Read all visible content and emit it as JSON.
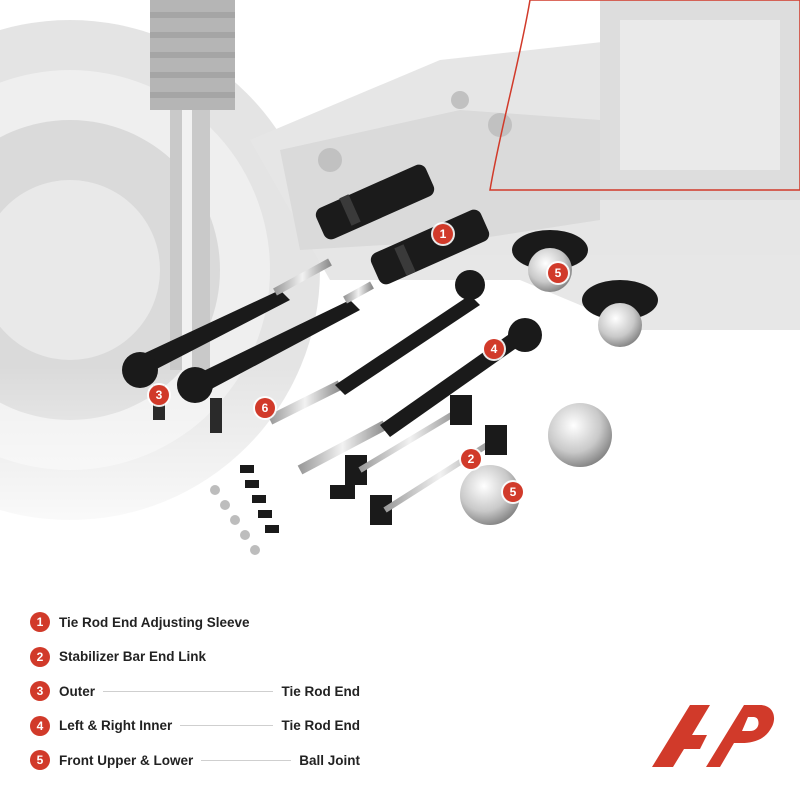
{
  "hero_image": {
    "description_icon": "suspension-kit-photo"
  },
  "markers": [
    {
      "id": "m1",
      "num": "1"
    },
    {
      "id": "m2",
      "num": "2"
    },
    {
      "id": "m3",
      "num": "3"
    },
    {
      "id": "m4",
      "num": "4"
    },
    {
      "id": "m5a",
      "num": "5"
    },
    {
      "id": "m5b",
      "num": "5"
    },
    {
      "id": "m6",
      "num": "6"
    }
  ],
  "legend": [
    {
      "num": "1",
      "text": "Tie Rod End Adjusting Sleeve",
      "right": ""
    },
    {
      "num": "2",
      "text": "Stabilizer Bar End Link",
      "right": ""
    },
    {
      "num": "3",
      "text": "Outer",
      "right": "Tie Rod End"
    },
    {
      "num": "4",
      "text": "Left & Right Inner",
      "right": "Tie Rod End"
    },
    {
      "num": "5",
      "text": "Front Upper & Lower",
      "right": "Ball Joint"
    }
  ],
  "colors": {
    "accent": "#d13a2a",
    "text": "#222222"
  },
  "logo": {
    "icon": "a-premium-logo"
  }
}
